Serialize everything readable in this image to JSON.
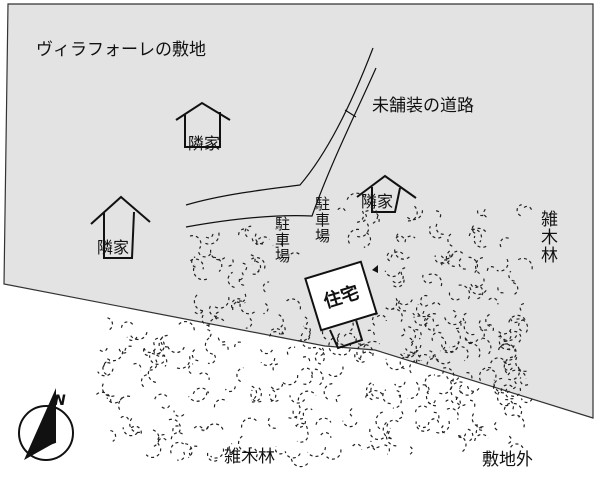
{
  "title": "ヴィラフォーレの敷地",
  "road_label": "未舗装の道路",
  "neighbor_houses": [
    "隣家",
    "隣家",
    "隣家"
  ],
  "parking_labels": [
    "駐車場",
    "駐車場"
  ],
  "residence_label": "住宅",
  "forest_labels": [
    "雑木林",
    "雑木林"
  ],
  "outside_label": "敷地外",
  "compass": {
    "label": "N",
    "icon": "north-arrow-icon"
  },
  "colors": {
    "site_fill": "#e3e3e3",
    "ink": "#111111"
  }
}
